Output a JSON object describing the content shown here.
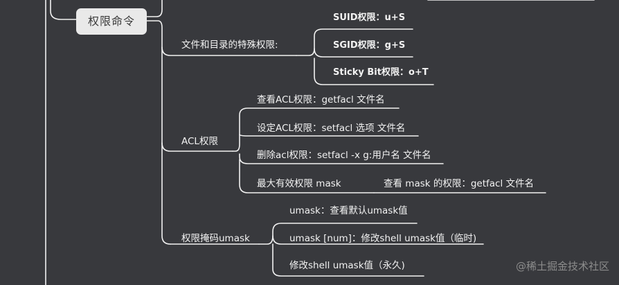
{
  "root": {
    "label": "权限命令"
  },
  "branches": {
    "special": {
      "label": "文件和目录的特殊权限:",
      "children": [
        "SUID权限：u+S",
        "SGID权限：g+S",
        "Sticky Bit权限：o+T"
      ]
    },
    "acl": {
      "label": "ACL权限",
      "children": [
        "查看ACL权限：getfacl 文件名",
        "设定ACL权限：setfacl 选项 文件名",
        "删除acl权限：setfacl -x g:用户名 文件名",
        "最大有效权限 mask"
      ],
      "mask_child": "查看 mask 的权限：getfacl 文件名"
    },
    "umask": {
      "label": "权限掩码umask",
      "children": [
        "umask：查看默认umask值",
        "umask [num]：修改shell umask值（临时)",
        "修改shell umask值（永久)"
      ]
    }
  },
  "watermark": "@稀土掘金技术社区",
  "colors": {
    "background": "#38393d",
    "line": "#f2f2f2",
    "root_fill": "#e9e9e9"
  }
}
